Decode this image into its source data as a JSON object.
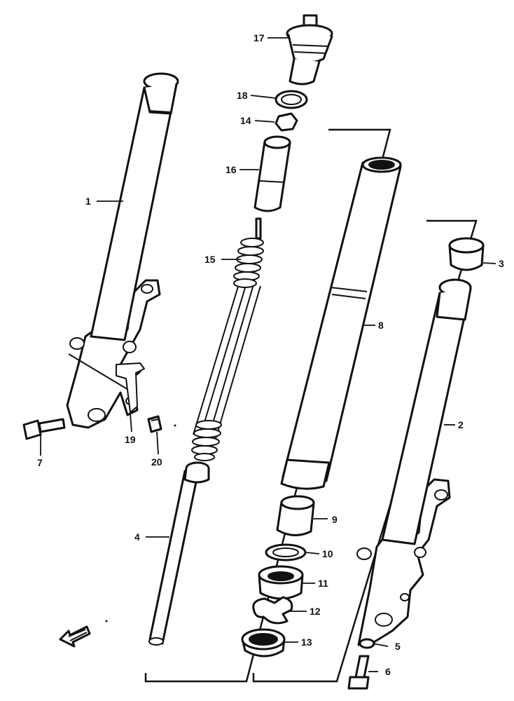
{
  "diagram": {
    "callouts": [
      {
        "id": "c1",
        "text": "1"
      },
      {
        "id": "c2",
        "text": "2"
      },
      {
        "id": "c3",
        "text": "3"
      },
      {
        "id": "c4",
        "text": "4"
      },
      {
        "id": "c5",
        "text": "5"
      },
      {
        "id": "c6",
        "text": "6"
      },
      {
        "id": "c7",
        "text": "7"
      },
      {
        "id": "c8",
        "text": "8"
      },
      {
        "id": "c9",
        "text": "9"
      },
      {
        "id": "c10",
        "text": "10"
      },
      {
        "id": "c11",
        "text": "11"
      },
      {
        "id": "c12",
        "text": "12"
      },
      {
        "id": "c13",
        "text": "13"
      },
      {
        "id": "c14",
        "text": "14"
      },
      {
        "id": "c15",
        "text": "15"
      },
      {
        "id": "c16",
        "text": "16"
      },
      {
        "id": "c17",
        "text": "17"
      },
      {
        "id": "c18",
        "text": "18"
      },
      {
        "id": "c19",
        "text": "19"
      },
      {
        "id": "c20",
        "text": "20"
      }
    ],
    "front_arrow_icon": "arrow-left-icon"
  }
}
